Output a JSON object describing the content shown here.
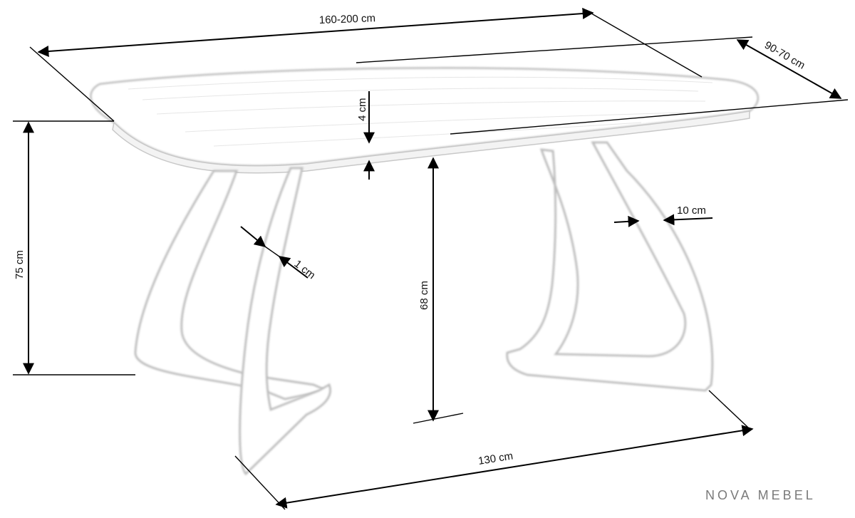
{
  "dimensions": {
    "length": "160-200 cm",
    "width": "90-70 cm",
    "top_thickness": "4 cm",
    "height": "75 cm",
    "leg_clearance": "68 cm",
    "leg_thickness_a": "1 cm",
    "leg_thickness_b": "10 cm",
    "base_length": "130 cm"
  },
  "brand": "NOVA MEBEL"
}
